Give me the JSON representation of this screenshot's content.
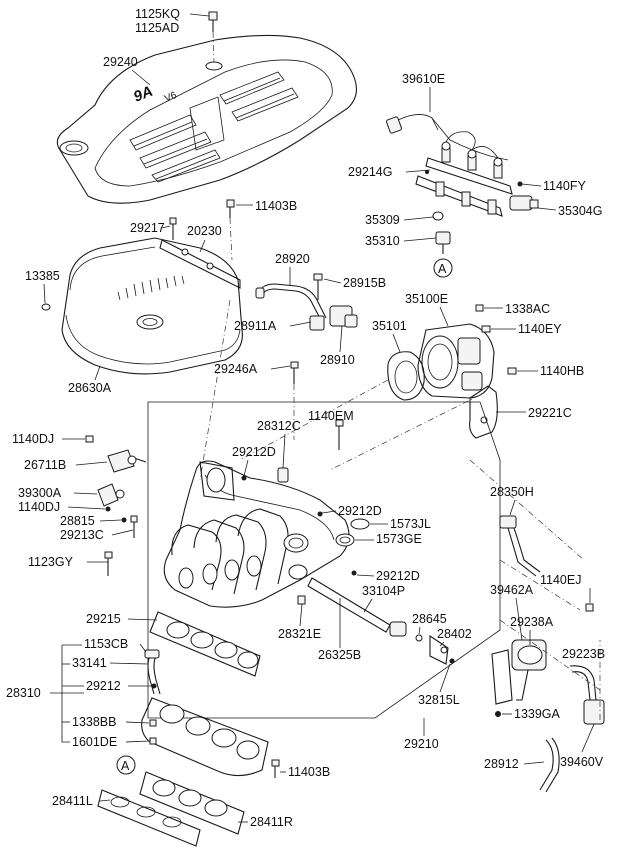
{
  "labels": {
    "l1125KQ": "1125KQ",
    "l1125AD": "1125AD",
    "l29240": "29240",
    "l39610E": "39610E",
    "l29214G": "29214G",
    "l1140FY": "1140FY",
    "l35304G": "35304G",
    "l35309": "35309",
    "l35310": "35310",
    "l11403B_top": "11403B",
    "l29217": "29217",
    "l20230": "20230",
    "l13385": "13385",
    "l28920": "28920",
    "l28915B": "28915B",
    "l28911A": "28911A",
    "l28910": "28910",
    "l35100E": "35100E",
    "l1338AC": "1338AC",
    "l35101": "35101",
    "l1140EY": "1140EY",
    "l28630A": "28630A",
    "l29246A": "29246A",
    "l1140HB": "1140HB",
    "l1140EM": "1140EM",
    "l28312C": "28312C",
    "l29221C": "29221C",
    "l1140DJ_a": "1140DJ",
    "l29212D_a": "29212D",
    "l26711B": "26711B",
    "l28350H": "28350H",
    "l39300A": "39300A",
    "l1140DJ_b": "1140DJ",
    "l29212D_b": "29212D",
    "l28815": "28815",
    "l1573JL": "1573JL",
    "l29213C": "29213C",
    "l1573GE": "1573GE",
    "l1123GY": "1123GY",
    "l29212D_c": "29212D",
    "l1140EJ": "1140EJ",
    "l39462A": "39462A",
    "l33104P": "33104P",
    "l29215": "29215",
    "l29238A": "29238A",
    "l28645": "28645",
    "l28321E": "28321E",
    "l1153CB": "1153CB",
    "l28402": "28402",
    "l29223B": "29223B",
    "l33141": "33141",
    "l26325B": "26325B",
    "l28310": "28310",
    "l29212": "29212",
    "l32815L": "32815L",
    "l1338BB": "1338BB",
    "l1339GA": "1339GA",
    "l29210": "29210",
    "l1601DE": "1601DE",
    "l28912": "28912",
    "l39460V": "39460V",
    "l11403B_bot": "11403B",
    "l28411L": "28411L",
    "l28411R": "28411R"
  },
  "markers": {
    "ref_a_top": "A",
    "ref_a_bottom": "A"
  },
  "engraving": {
    "cover_logo": "9A",
    "cover_text": "V6"
  }
}
